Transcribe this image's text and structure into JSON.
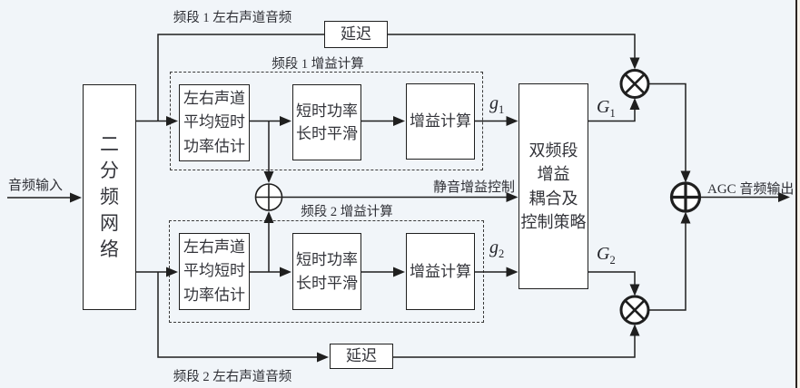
{
  "colors": {
    "background": "#f1f5f9",
    "line": "#1f1f1f",
    "box_fill": "#ffffff",
    "text": "#2e2f35"
  },
  "labels": {
    "input": "音频输入",
    "output": "AGC 音频输出",
    "band1_audio": "频段 1 左右声道音频",
    "band1_gain_group": "频段 1 增益计算",
    "mute_gain_control": "静音增益控制",
    "band2_gain_group": "频段 2 增益计算",
    "band2_audio": "频段 2 左右声道音频",
    "g1": {
      "base": "g",
      "sub": "1"
    },
    "g2": {
      "base": "g",
      "sub": "2"
    },
    "G1": {
      "base": "G",
      "sub": "1"
    },
    "G2": {
      "base": "G",
      "sub": "2"
    }
  },
  "blocks": {
    "crossover": "二分频网络",
    "delay1": "延迟",
    "delay2": "延迟",
    "band1_power_estimate": {
      "lines": [
        "左右声道",
        "平均短时",
        "功率估计"
      ]
    },
    "band1_smoothing": {
      "lines": [
        "短时功率",
        "长时平滑"
      ]
    },
    "band1_gain_calc": "增益计算",
    "band2_power_estimate": {
      "lines": [
        "左右声道",
        "平均短时",
        "功率估计"
      ]
    },
    "band2_smoothing": {
      "lines": [
        "短时功率",
        "长时平滑"
      ]
    },
    "band2_gain_calc": "增益计算",
    "coupling": {
      "lines": [
        "双频段",
        "增益",
        "耦合及",
        "控制策略"
      ]
    }
  },
  "icons": {
    "multiplier": "circled-times",
    "adder": "circled-plus"
  }
}
